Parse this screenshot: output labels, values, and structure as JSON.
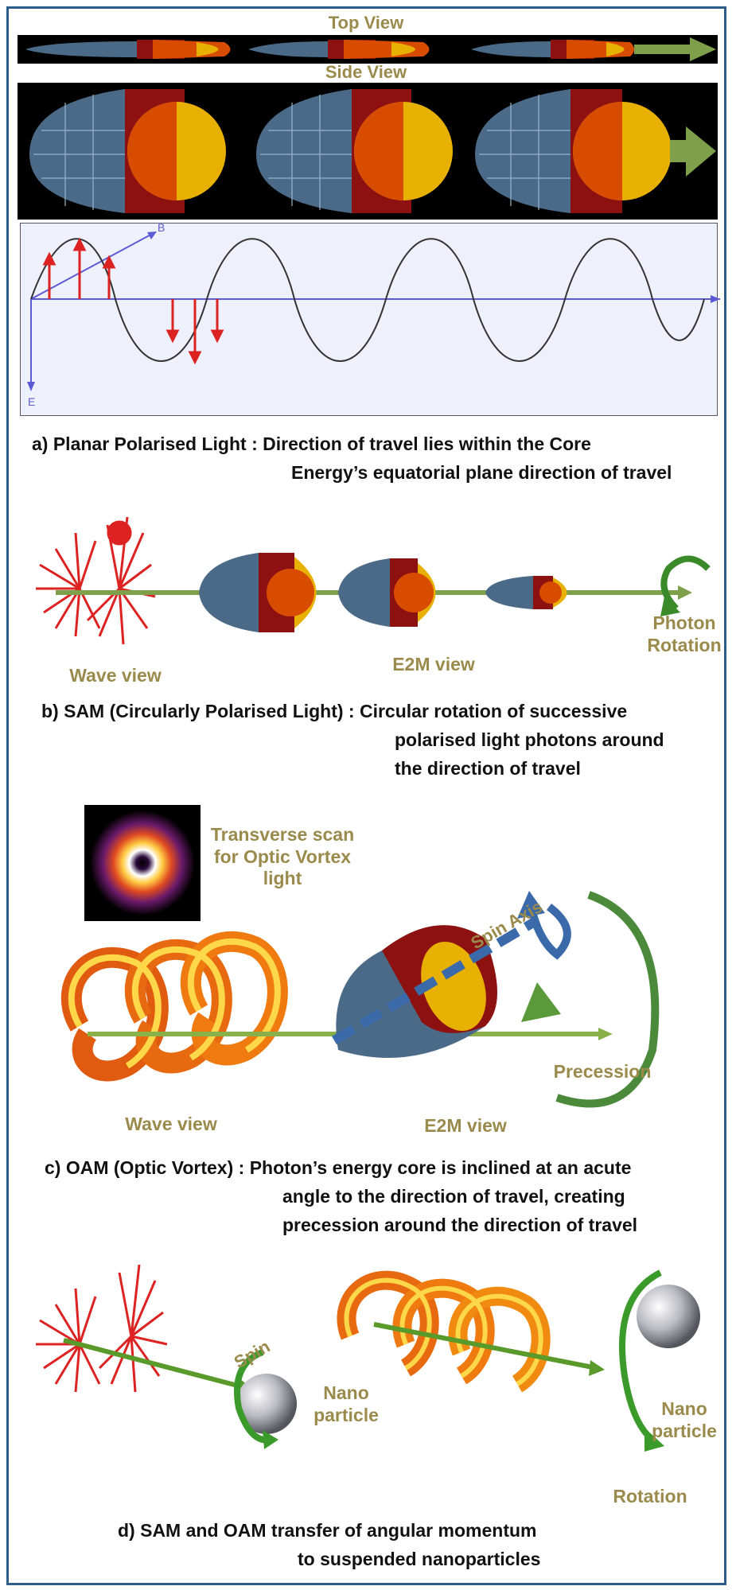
{
  "panel_a": {
    "top_view_label": "Top View",
    "side_view_label": "Side View",
    "axis_b": "B",
    "axis_e": "E",
    "caption_line1": "a)  Planar Polarised Light : Direction of travel lies within the  Core",
    "caption_line2": "Energy’s equatorial plane direction of travel"
  },
  "panel_b": {
    "photon_rotation_line1": "Photon",
    "photon_rotation_line2": "Rotation",
    "wave_view": "Wave view",
    "e2m_view": "E2M view",
    "caption_line1": "b)  SAM (Circularly Polarised Light) : Circular rotation of successive",
    "caption_line2": "polarised light photons around",
    "caption_line3": "the direction of travel"
  },
  "panel_c": {
    "scan_line1": "Transverse scan",
    "scan_line2": "for Optic Vortex",
    "scan_line3": "light",
    "spin_axis": "Spin Axis",
    "precession": "Precession",
    "wave_view": "Wave view",
    "e2m_view": "E2M view",
    "caption_line1": "c)  OAM (Optic Vortex) : Photon’s  energy core is inclined at an acute",
    "caption_line2": "angle to the direction of travel, creating",
    "caption_line3": "precession around the direction of travel"
  },
  "panel_d": {
    "spin": "Spin",
    "nano1_line1": "Nano",
    "nano1_line2": "particle",
    "nano2_line1": "Nano",
    "nano2_line2": "particle",
    "rotation": "Rotation",
    "caption_line1": "d)  SAM and OAM transfer of angular momentum",
    "caption_line2": "to suspended nanoparticles"
  },
  "colors": {
    "label_olive": "#9a8a4c",
    "frame_blue": "#2e5c8a",
    "mesh_blue": "#4a6a88",
    "core_red": "#8e1111",
    "core_yellow": "#e8b000",
    "arrow_green": "#7fa04a",
    "wave_red": "#dd2222"
  }
}
